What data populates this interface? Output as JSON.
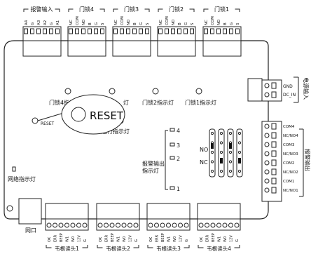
{
  "top_groups": [
    {
      "title": "报警输入",
      "pins": [
        "A4",
        "G",
        "A3",
        "A2",
        "G",
        "A1"
      ]
    },
    {
      "title": "门锁4",
      "pins": [
        "NC",
        "COM",
        "NO",
        "B",
        "G",
        "S"
      ]
    },
    {
      "title": "门锁3",
      "pins": [
        "NC",
        "COM",
        "NO",
        "B",
        "G",
        "S"
      ]
    },
    {
      "title": "门锁2",
      "pins": [
        "NC",
        "COM",
        "NO",
        "B",
        "G",
        "S"
      ]
    },
    {
      "title": "门锁1",
      "pins": [
        "NC",
        "COM",
        "NO",
        "B",
        "G",
        "S"
      ]
    }
  ],
  "indicators": {
    "lock4": "门锁4指示灯",
    "lock3_partial": "灯",
    "lock2": "门锁2指示灯",
    "lock1": "门锁1指示灯",
    "run": "运行指示灯",
    "network": "网络指示灯",
    "alarm_out": "报警输出\n指示灯"
  },
  "reset": {
    "small_label": "RESET",
    "big_label": "RESET"
  },
  "alarm_out_leds": [
    "4",
    "3",
    "2",
    "1"
  ],
  "no_nc": {
    "no": "NO",
    "nc": "NC"
  },
  "power": {
    "pins": [
      "GND",
      "DC_IN"
    ],
    "title": "电源输入"
  },
  "alarm_output": {
    "pins": [
      "COM4",
      "NC/NO4",
      "COM3",
      "NC/NO3",
      "COM2",
      "NC/NO2",
      "COM1",
      "NC/NO1"
    ],
    "title": "报警输出"
  },
  "network_port": "网口",
  "bottom_groups": [
    {
      "title": "韦根读头1",
      "pins": [
        "OK",
        "ERR",
        "BEEP",
        "W1",
        "W0",
        "12V",
        "G"
      ]
    },
    {
      "title": "韦根读头2",
      "pins": [
        "OK",
        "ERR",
        "BEEP",
        "W1",
        "W0",
        "12V",
        "G"
      ]
    },
    {
      "title": "韦根读头3",
      "pins": [
        "OK",
        "ERR",
        "BEEP",
        "W1",
        "W0",
        "12V",
        "G"
      ]
    },
    {
      "title": "韦根读头4",
      "pins": [
        "OK",
        "ERR",
        "BEEP",
        "W1",
        "W0",
        "12V",
        "G"
      ]
    }
  ]
}
